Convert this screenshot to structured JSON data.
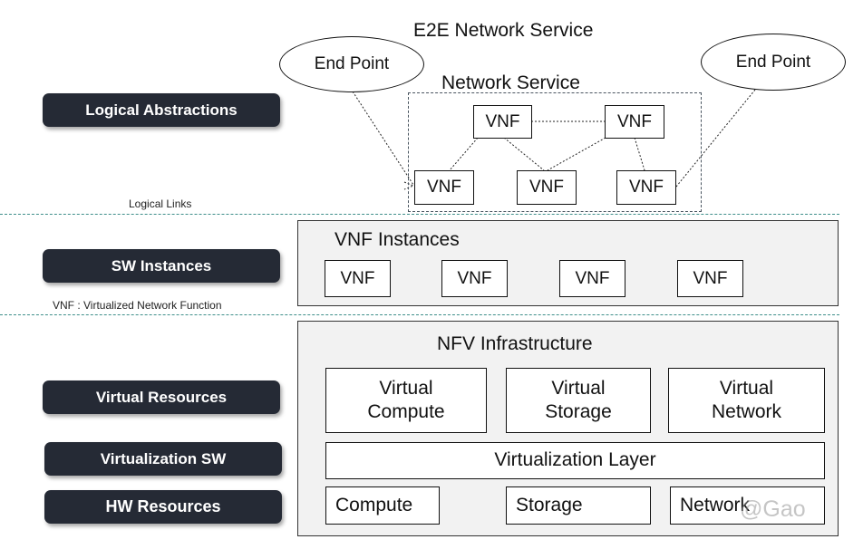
{
  "labels": {
    "e2e_network_service": "E2E Network Service",
    "network_service": "Network Service",
    "end_point_left": "End Point",
    "end_point_right": "End Point",
    "logical_links": "Logical Links",
    "vnf_definition": "VNF : Virtualized Network Function",
    "vnf_instances": "VNF Instances",
    "nfv_infrastructure": "NFV Infrastructure",
    "watermark": "@Gao"
  },
  "layers": [
    "Logical Abstractions",
    "SW Instances",
    "Virtual Resources",
    "Virtualization SW",
    "HW Resources"
  ],
  "network_service_vnfs": [
    "VNF",
    "VNF",
    "VNF",
    "VNF",
    "VNF"
  ],
  "vnf_instances": [
    "VNF",
    "VNF",
    "VNF",
    "VNF"
  ],
  "virtual_resources": [
    {
      "line1": "Virtual",
      "line2": "Compute"
    },
    {
      "line1": "Virtual",
      "line2": "Storage"
    },
    {
      "line1": "Virtual",
      "line2": "Network"
    }
  ],
  "virtualization_layer": "Virtualization Layer",
  "hw_resources": [
    "Compute",
    "Storage",
    "Network"
  ]
}
